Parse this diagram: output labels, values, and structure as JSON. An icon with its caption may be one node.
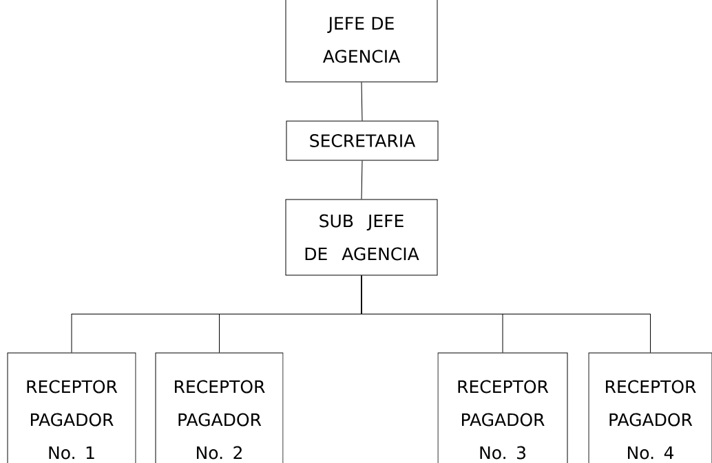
{
  "diagram": {
    "nodes": [
      {
        "text": [
          "JEFE DE AGENCIA"
        ]
      },
      {
        "text": [
          "SECRETARIA"
        ]
      },
      {
        "text": [
          "SUB JEFE DE AGENCIA"
        ]
      },
      {
        "text": [
          "RECEPTOR PAGADOR No. 1"
        ]
      },
      {
        "text": [
          "RECEPTOR PAGADOR No. 2"
        ]
      },
      {
        "text": [
          "RECEPTOR PAGADOR No. 3"
        ]
      },
      {
        "text": [
          "RECEPTOR PAGADOR No. 4"
        ]
      }
    ],
    "edges": [
      {
        "from": 0,
        "to": 1,
        "arrow": "none"
      },
      {
        "from": 1,
        "to": 2,
        "arrow": "none"
      },
      {
        "from": 2,
        "to": 3,
        "arrow": "none"
      },
      {
        "from": 2,
        "to": 4,
        "arrow": "none"
      },
      {
        "from": 2,
        "to": 5,
        "arrow": "none"
      },
      {
        "from": 2,
        "to": 6,
        "arrow": "none"
      }
    ]
  }
}
